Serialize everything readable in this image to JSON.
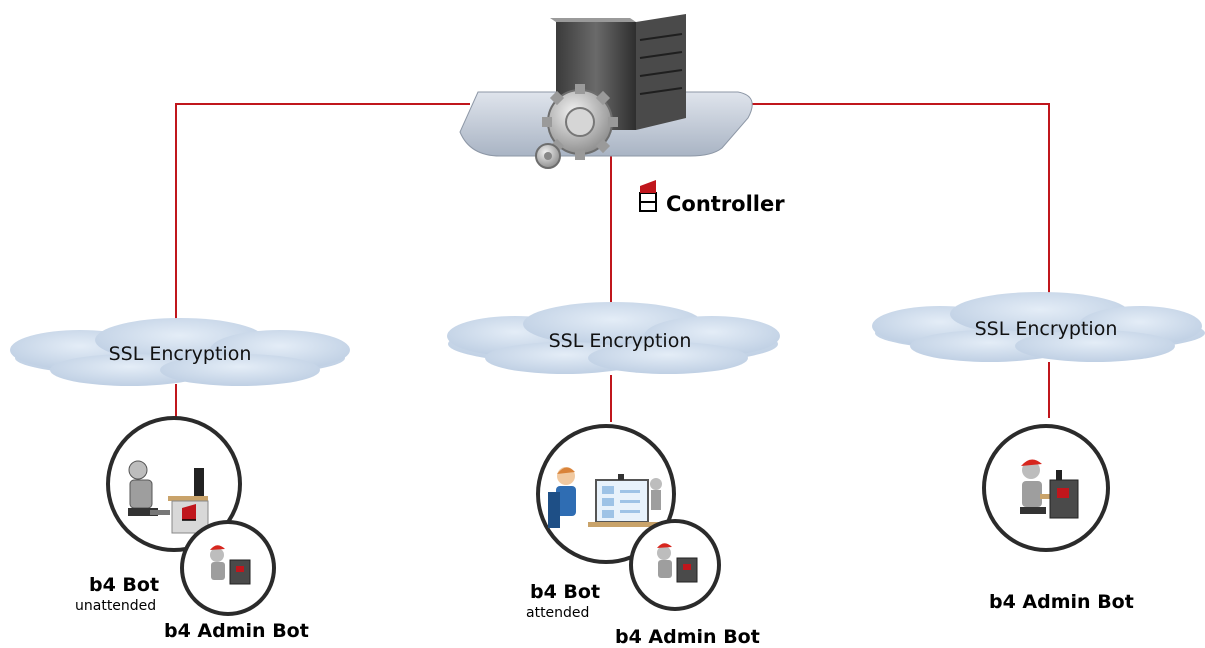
{
  "controller": {
    "label": "Controller"
  },
  "clouds": [
    {
      "label": "SSL Encryption"
    },
    {
      "label": "SSL Encryption"
    },
    {
      "label": "SSL Encryption"
    }
  ],
  "nodes": {
    "left": {
      "bot_label": "b4 Bot",
      "bot_sub": "unattended",
      "admin_label": "b4 Admin Bot"
    },
    "middle": {
      "bot_label": "b4 Bot",
      "bot_sub": "attended",
      "admin_label": "b4 Admin Bot"
    },
    "right": {
      "admin_label": "b4 Admin Bot"
    }
  },
  "colors": {
    "connector": "#c0161c",
    "cloud": "#c9d8ea",
    "circle": "#2b2b2b"
  }
}
